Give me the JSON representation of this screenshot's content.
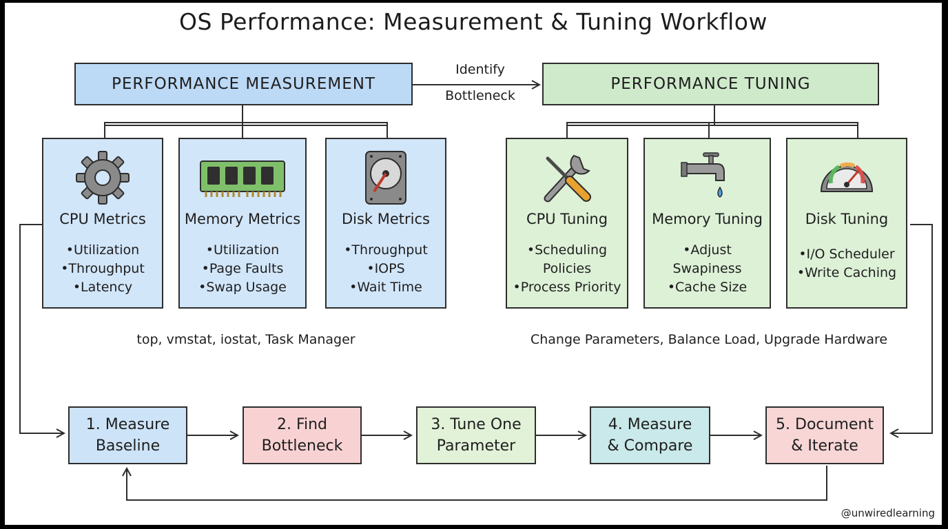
{
  "title": "OS Performance: Measurement & Tuning Workflow",
  "measurement": {
    "header": "PERFORMANCE MEASUREMENT",
    "cards": [
      {
        "icon": "gear-icon",
        "title": "CPU Metrics",
        "items": [
          "Utilization",
          "Throughput",
          "Latency"
        ]
      },
      {
        "icon": "memory-chip-icon",
        "title": "Memory Metrics",
        "items": [
          "Utilization",
          "Page Faults",
          "Swap Usage"
        ]
      },
      {
        "icon": "hard-disk-icon",
        "title": "Disk Metrics",
        "items": [
          "Throughput",
          "IOPS",
          "Wait Time"
        ]
      }
    ],
    "tools": "top, vmstat, iostat, Task Manager"
  },
  "link_label": {
    "line1": "Identify",
    "line2": "Bottleneck"
  },
  "tuning": {
    "header": "PERFORMANCE TUNING",
    "cards": [
      {
        "icon": "wrench-screwdriver-icon",
        "title": "CPU Tuning",
        "items": [
          "Scheduling Policies",
          "Process Priority"
        ]
      },
      {
        "icon": "faucet-icon",
        "title": "Memory Tuning",
        "items": [
          "Adjust Swapiness",
          "Cache Size"
        ]
      },
      {
        "icon": "gauge-icon",
        "title": "Disk Tuning",
        "items": [
          "I/O Scheduler",
          "Write Caching"
        ]
      }
    ],
    "actions": "Change Parameters, Balance Load, Upgrade Hardware"
  },
  "steps": [
    "1. Measure\nBaseline",
    "2. Find\nBottleneck",
    "3. Tune One\nParameter",
    "4. Measure\n& Compare",
    "5. Document\n& Iterate"
  ],
  "credit": "@unwiredlearning",
  "colors": {
    "measurement": "#bcd9f6",
    "tuning": "#cfeacb",
    "step1": "#cde3f8",
    "step2": "#f8d2d2",
    "step3": "#e2f2d8",
    "step4": "#c9e9ea",
    "step5": "#f8d6d6"
  }
}
